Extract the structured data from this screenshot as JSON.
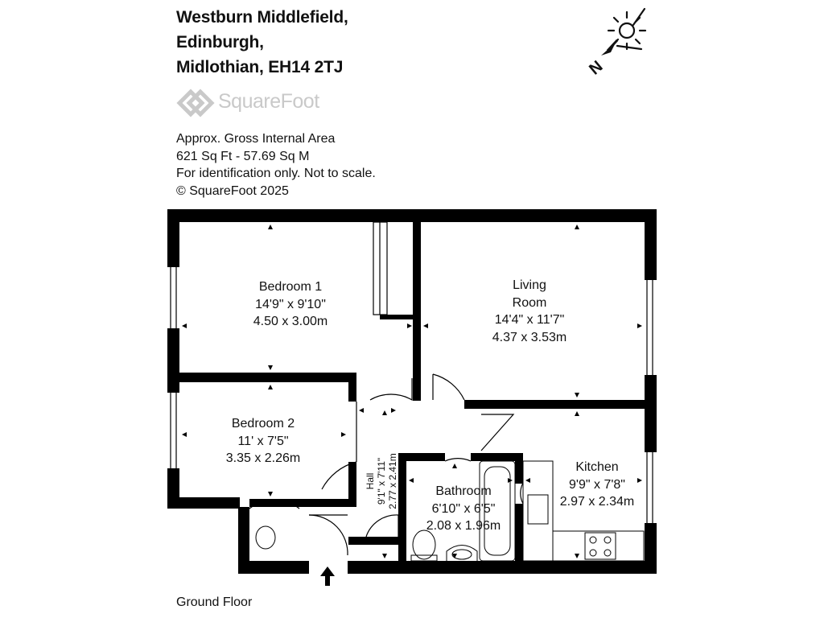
{
  "address": {
    "line1": "Westburn Middlefield,",
    "line2": "Edinburgh,",
    "line3": "Midlothian, EH14 2TJ"
  },
  "brand": {
    "name": "SquareFoot"
  },
  "area_info": {
    "line1": "Approx. Gross Internal Area",
    "line2": "621 Sq Ft  -  57.69 Sq M",
    "line3": "For identification only. Not to scale.",
    "line4": "© SquareFoot 2025"
  },
  "rooms": {
    "bedroom1": {
      "name": "Bedroom 1",
      "imperial": "14'9\" x 9'10\"",
      "metric": "4.50 x 3.00m"
    },
    "living": {
      "name_line1": "Living",
      "name_line2": "Room",
      "imperial": "14'4\" x 11'7\"",
      "metric": "4.37 x 3.53m"
    },
    "bedroom2": {
      "name": "Bedroom 2",
      "imperial": "11' x 7'5\"",
      "metric": "3.35 x 2.26m"
    },
    "kitchen": {
      "name": "Kitchen",
      "imperial": "9'9\" x 7'8\"",
      "metric": "2.97 x 2.34m"
    },
    "bathroom": {
      "name": "Bathroom",
      "imperial": "6'10\" x 6'5\"",
      "metric": "2.08 x 1.96m"
    },
    "hall": {
      "name": "Hall",
      "imperial": "9'1\" x 7'11\"",
      "metric": "2.77 x 2.41m"
    }
  },
  "compass": {
    "north_letter": "N"
  },
  "floor": {
    "label": "Ground Floor"
  },
  "colors": {
    "wall": "#000000",
    "logo": "#c9c9c9",
    "text": "#111111"
  }
}
